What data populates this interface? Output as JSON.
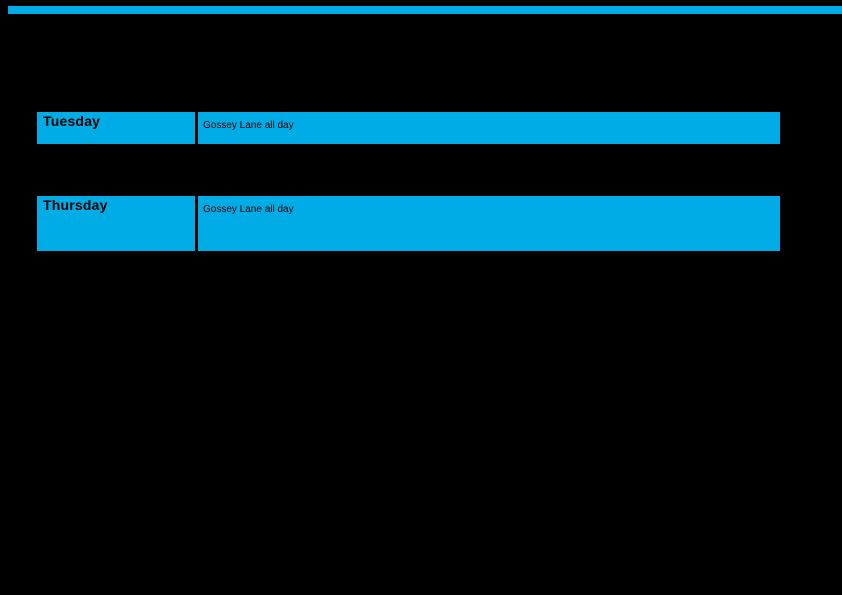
{
  "page": {
    "background_color": "#000000",
    "accent_color": "#00ACE6",
    "text_color": "#000000"
  },
  "schedule": {
    "rows": [
      {
        "day": "Tuesday",
        "detail": "Gossey Lane all day"
      },
      {
        "day": "Thursday",
        "detail": "Gossey Lane all day"
      }
    ]
  }
}
